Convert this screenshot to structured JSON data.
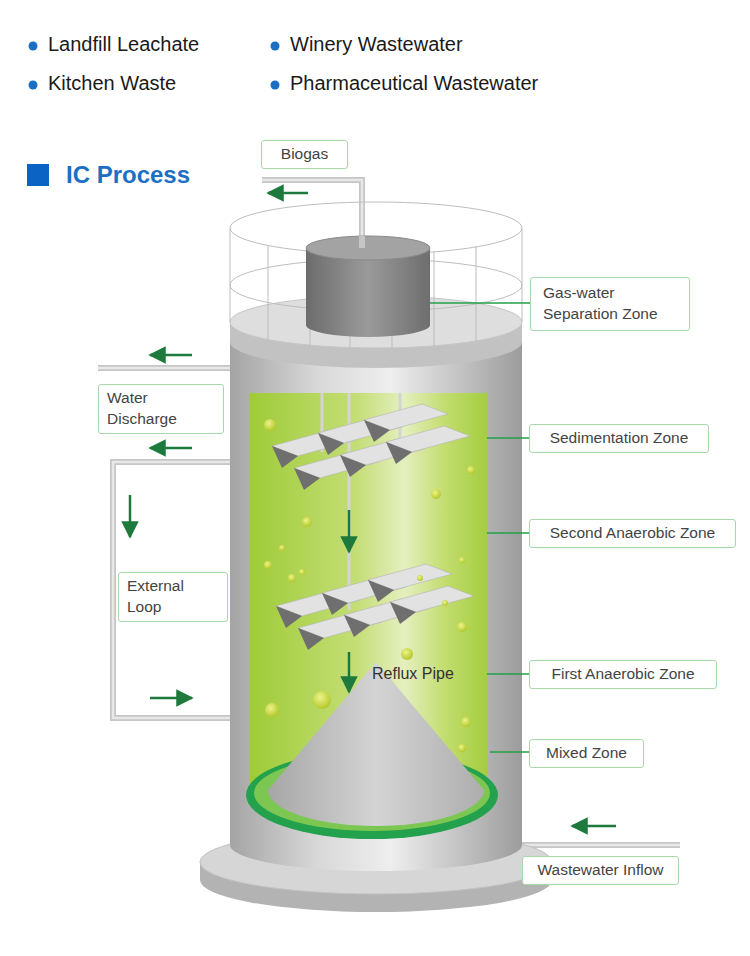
{
  "diagram": {
    "title": "IC Process",
    "nodes": [
      {
        "text": [
          "Biogas"
        ]
      },
      {
        "text": [
          "Gas-water Separation Zone"
        ]
      },
      {
        "text": [
          "Water Discharge"
        ]
      },
      {
        "text": [
          "Sedimentation Zone"
        ]
      },
      {
        "text": [
          "Second Anaerobic Zone"
        ]
      },
      {
        "text": [
          "External Loop"
        ]
      },
      {
        "text": [
          "First Anaerobic Zone"
        ]
      },
      {
        "text": [
          "Mixed Zone"
        ]
      },
      {
        "text": [
          "Wastewater Inflow"
        ]
      }
    ],
    "labels": [
      "Landfill Leachate",
      "Winery Wastewater",
      "Kitchen Waste",
      "Pharmaceutical Wastewater",
      "Reflux Pipe"
    ]
  }
}
